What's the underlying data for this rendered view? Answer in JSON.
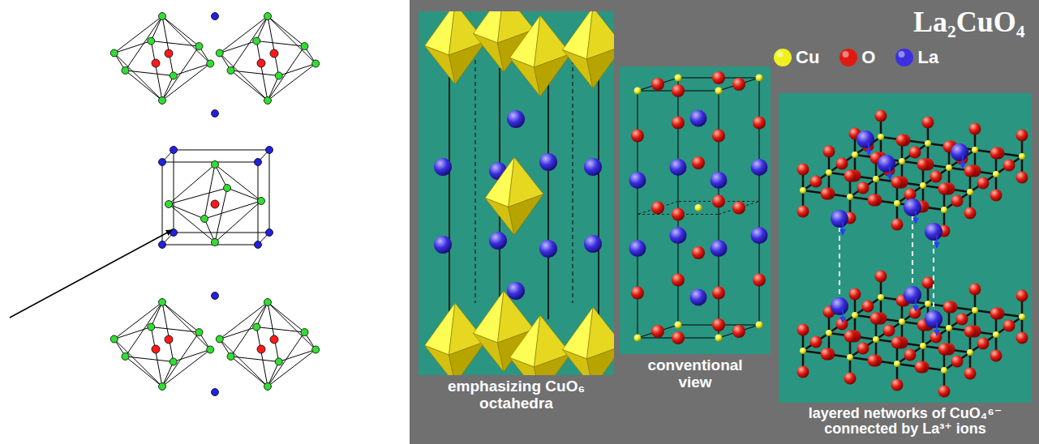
{
  "diagram": {
    "title": "La₂CuO₄",
    "nodes": [
      {
        "text": [
          "emphasizing CuO₆ octahedra"
        ]
      },
      {
        "text": [
          "conventional view"
        ]
      },
      {
        "text": [
          "layered networks of CuO₄⁶⁻ connected by La³⁺ ions"
        ]
      }
    ],
    "legend": [
      {
        "text": "Cu",
        "color": "#f0f020"
      },
      {
        "text": "O",
        "color": "#e01a10"
      },
      {
        "text": "La",
        "color": "#3b2fe0"
      }
    ]
  }
}
